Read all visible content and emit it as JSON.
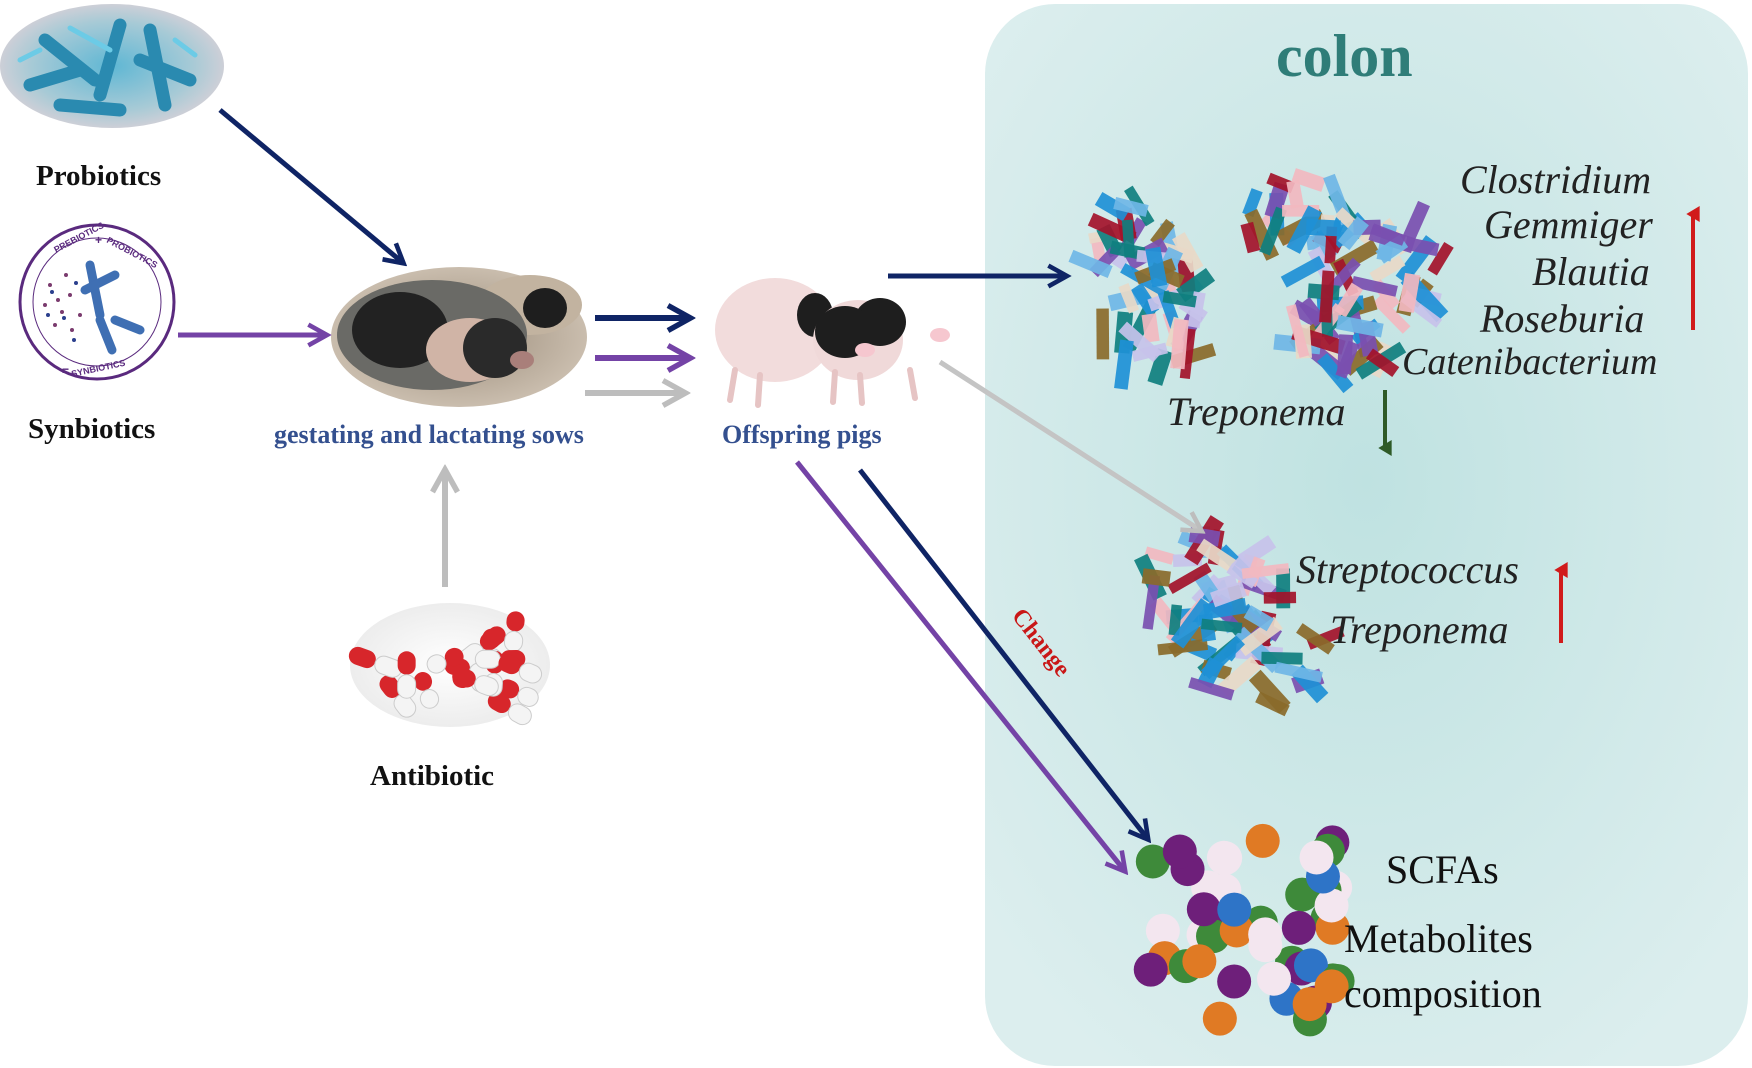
{
  "title": "colon",
  "inputs": {
    "probiotics": "Probiotics",
    "synbiotics": "Synbiotics",
    "antibiotic": "Antibiotic"
  },
  "badge": {
    "top": "PREBIOTICS",
    "plus": "+",
    "right": "PROBIOTICS",
    "bottom": "SYNBIOTICS",
    "equals": "="
  },
  "nodes": {
    "sows": "gestating and lactating sows",
    "offspring": "Offspring pigs"
  },
  "change_label": "Change",
  "colon": {
    "group1": {
      "increased": [
        "Clostridium",
        "Gemmiger",
        "Blautia",
        "Roseburia",
        "Catenibacterium"
      ],
      "decreased": [
        "Treponema"
      ]
    },
    "group2": {
      "increased": [
        "Streptococcus",
        "Treponema"
      ]
    },
    "metabolites": [
      "SCFAs",
      "Metabolites",
      "composition"
    ]
  },
  "colors": {
    "navy": "#0f2465",
    "purple": "#7443a6",
    "gray": "#bdbdbd",
    "up_arrow": "#d11b1b",
    "down_arrow": "#2e5a27",
    "colon_title": "#2f7d78",
    "label_blue": "#34508f",
    "change": "#c91717",
    "panel_bg": "#cde6e5"
  }
}
